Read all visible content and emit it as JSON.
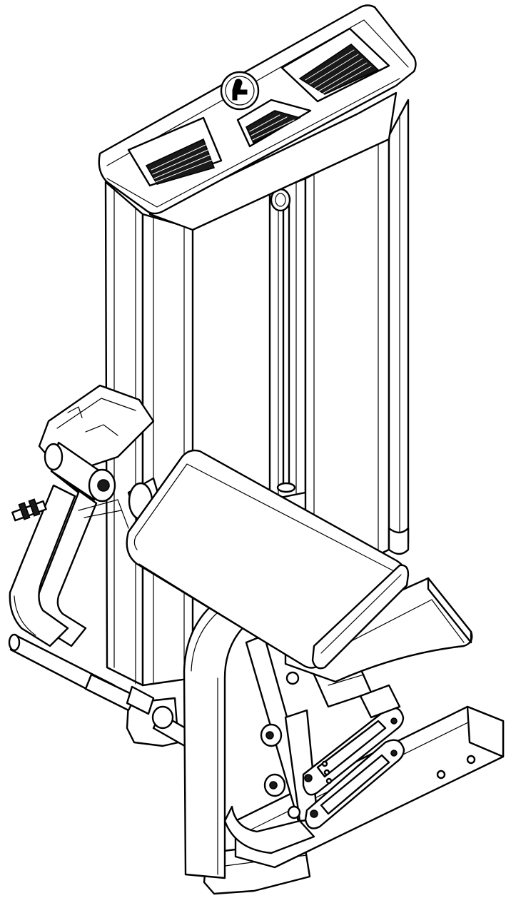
{
  "figure": {
    "kind": "line-drawing",
    "subject": "",
    "line_color": "#000000",
    "background_color": "#ffffff",
    "parts": [
      {
        "id": "top-shroud",
        "icon": "shroud-icon"
      },
      {
        "id": "brand-badge",
        "icon": "figure-logo-icon"
      },
      {
        "id": "weight-stack-column",
        "icon": "column-icon"
      },
      {
        "id": "guide-rod",
        "icon": "rod-icon"
      },
      {
        "id": "arm-pad",
        "icon": "pad-icon"
      },
      {
        "id": "seat",
        "icon": "seat-icon"
      },
      {
        "id": "lever-arm",
        "icon": "lever-icon"
      },
      {
        "id": "hand-grip",
        "icon": "grip-icon"
      },
      {
        "id": "pop-pin",
        "icon": "pin-icon"
      },
      {
        "id": "adjustment-plates",
        "icon": "plate-icon"
      },
      {
        "id": "base-frame",
        "icon": "frame-icon"
      }
    ]
  }
}
